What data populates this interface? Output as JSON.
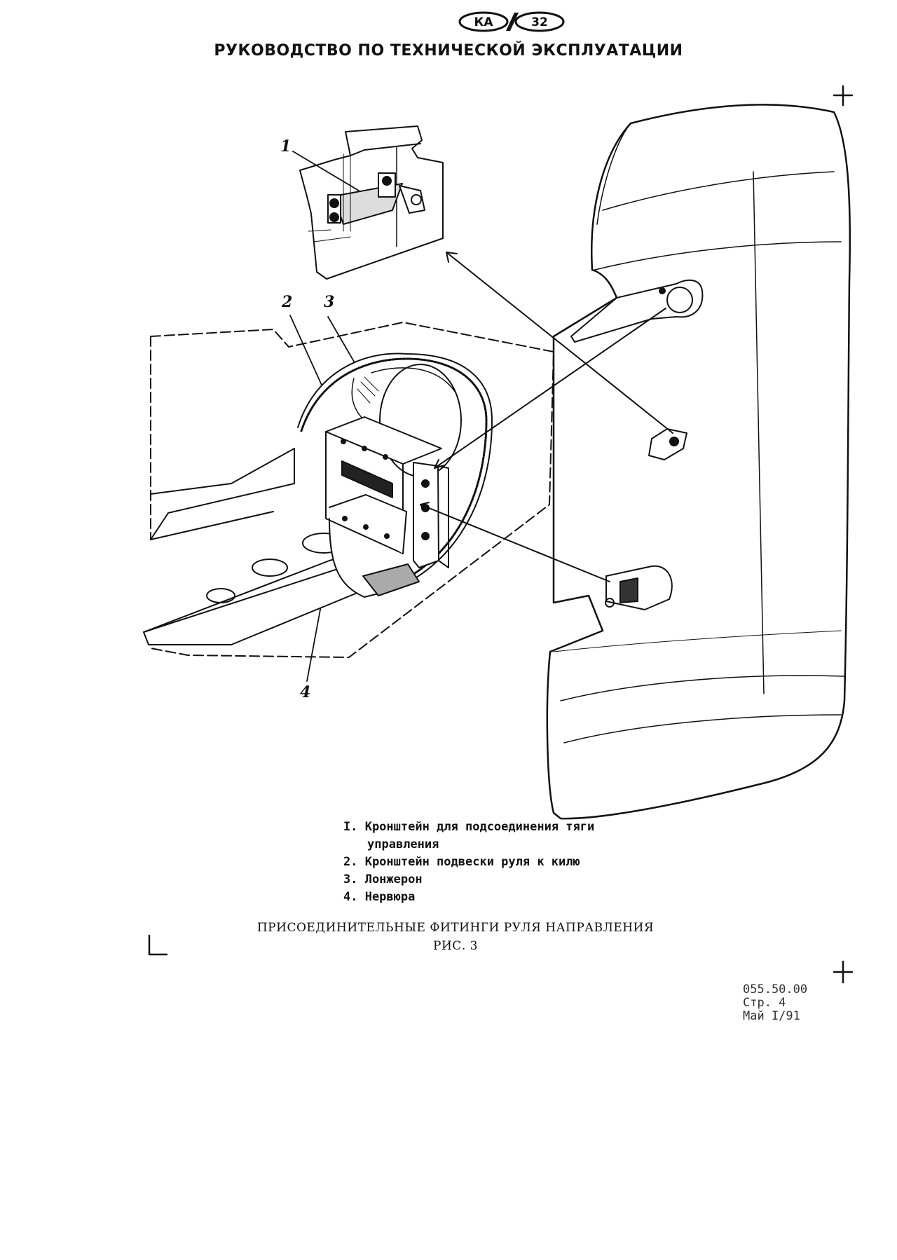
{
  "header": {
    "logo_left": "КА",
    "logo_right": "32",
    "title": "РУКОВОДСТВО ПО ТЕХНИЧЕСКОЙ ЭКСПЛУАТАЦИИ"
  },
  "figure": {
    "callouts": [
      "1",
      "2",
      "3",
      "4"
    ]
  },
  "legend": {
    "items": [
      "I. Кронштейн для подсоединения тяги",
      "управления",
      "2. Кронштейн подвески руля к килю",
      "3. Лонжерон",
      "4. Нервюра"
    ]
  },
  "caption": {
    "title": "ПРИСОЕДИНИТЕЛЬНЫЕ ФИТИНГИ РУЛЯ НАПРАВЛЕНИЯ",
    "figure_no": "РИС. 3"
  },
  "doc_id": {
    "code": "055.50.00",
    "page": "Стр. 4",
    "revision": "Май I/91"
  }
}
